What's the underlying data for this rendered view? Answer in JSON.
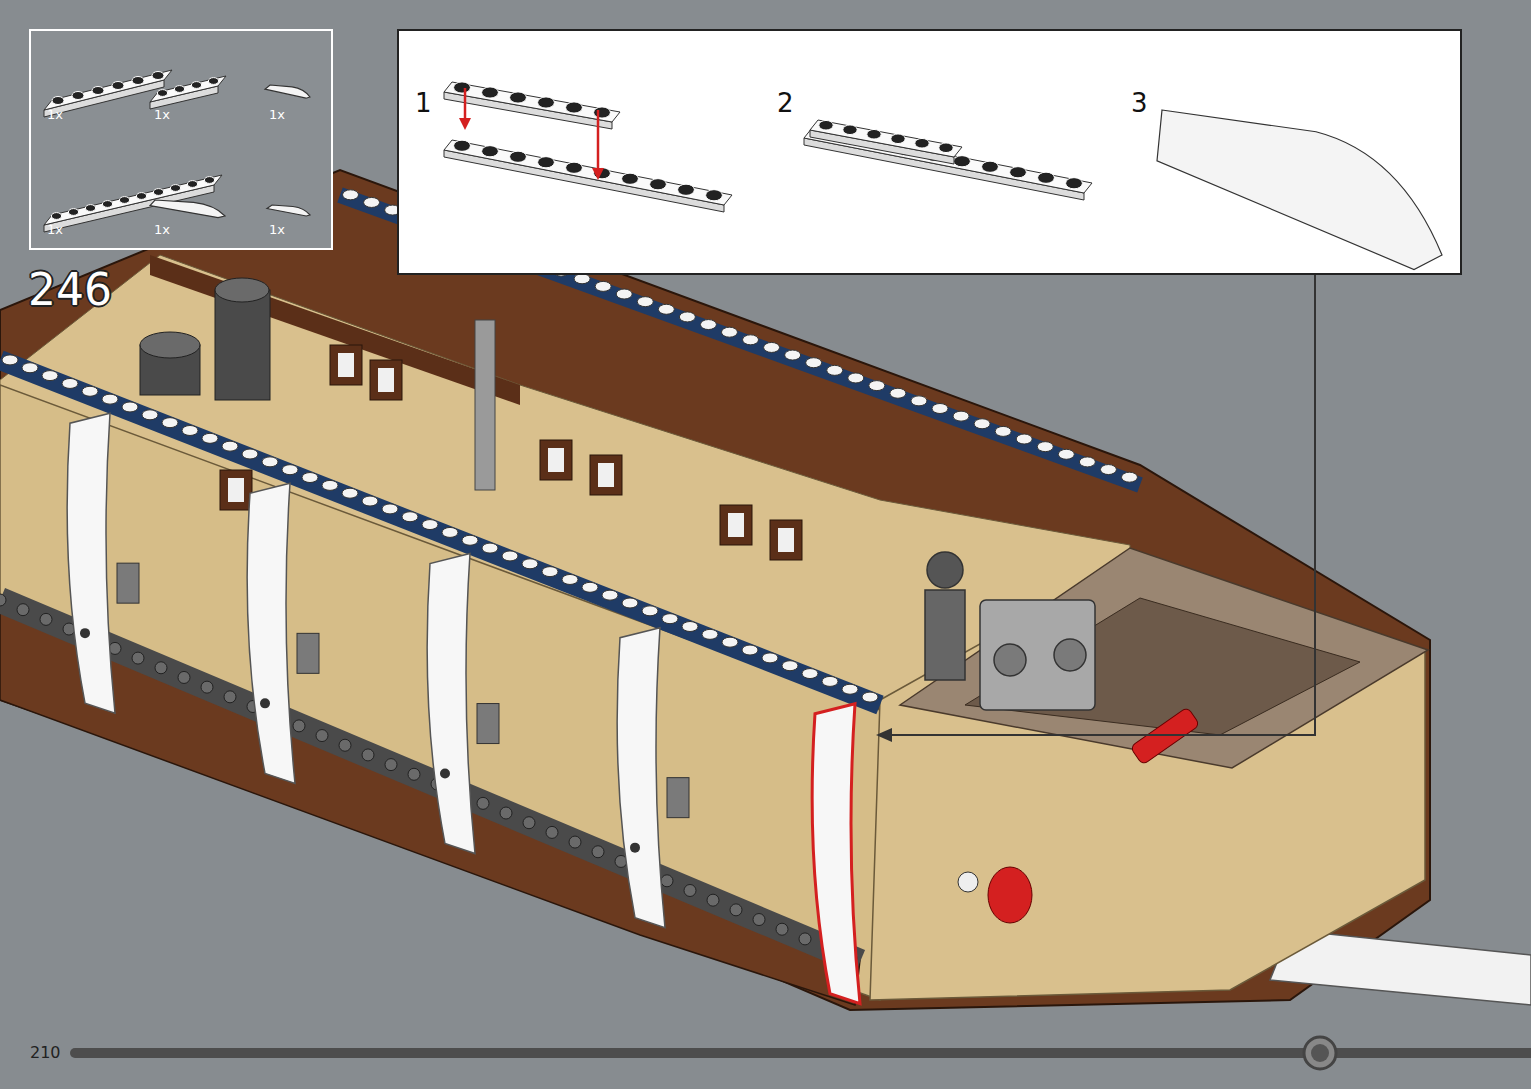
{
  "diagram": {
    "nodes": [
      {
        "text": [
          "1x",
          "1x",
          "1x",
          "1x",
          "1x",
          "1x"
        ]
      },
      {
        "text": [
          "1",
          "2",
          "3"
        ]
      }
    ],
    "labels": [
      "246",
      "210"
    ]
  }
}
